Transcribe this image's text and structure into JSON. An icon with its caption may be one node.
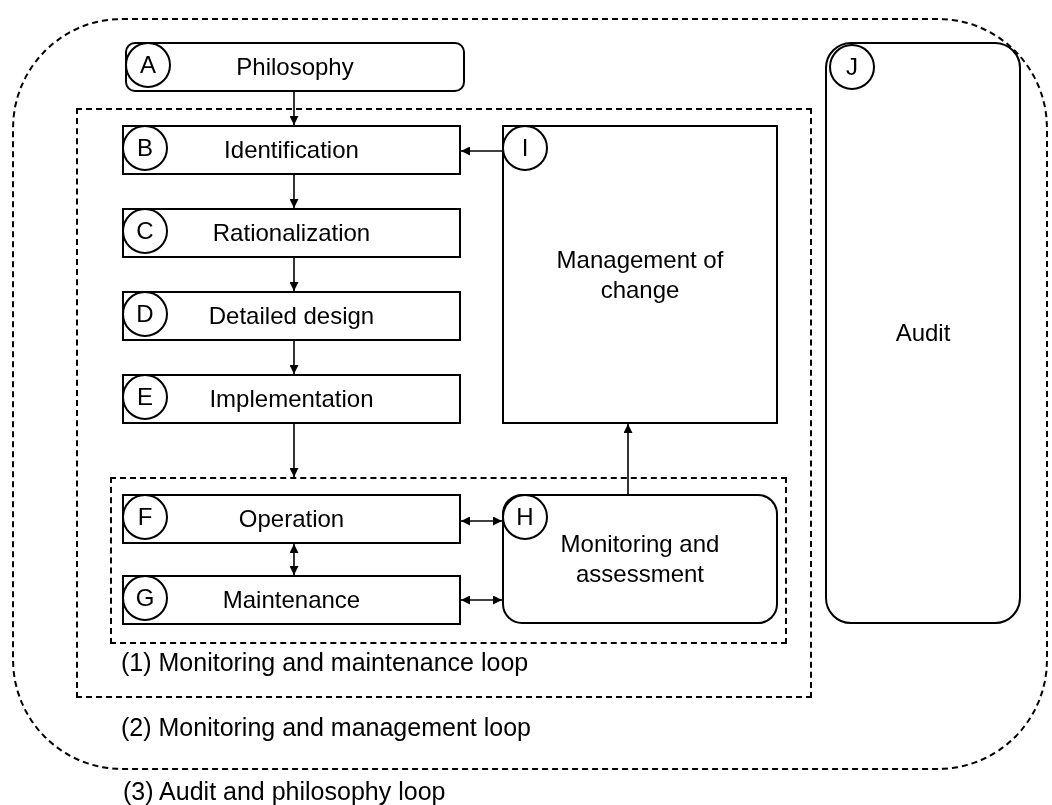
{
  "diagram": {
    "nodes": [
      {
        "text": [
          "(3) Audit and philosophy loop"
        ]
      },
      {
        "text": [
          "A",
          "Philosophy"
        ],
        "in": 0
      },
      {
        "text": [
          "(2) Monitoring and management loop"
        ],
        "in": 0
      },
      {
        "text": [
          "B",
          "Identification"
        ],
        "in": 2
      },
      {
        "text": [
          "C",
          "Rationalization"
        ],
        "in": 2
      },
      {
        "text": [
          "D",
          "Detailed design"
        ],
        "in": 2
      },
      {
        "text": [
          "E",
          "Implementation"
        ],
        "in": 2
      },
      {
        "text": [
          "(1) Monitoring and maintenance loop"
        ],
        "in": 2
      },
      {
        "text": [
          "F",
          "Operation"
        ],
        "in": 7
      },
      {
        "text": [
          "G",
          "Maintenance"
        ],
        "in": 7
      },
      {
        "text": [
          "H",
          "Monitoring and assessment"
        ],
        "in": 7
      },
      {
        "text": [
          "I",
          "Management of change"
        ],
        "in": 2
      },
      {
        "text": [
          "J",
          "Audit"
        ],
        "in": 0
      }
    ],
    "edges": [
      {
        "from": 1,
        "to": 3,
        "arrow": "to"
      },
      {
        "from": 3,
        "to": 4,
        "arrow": "to"
      },
      {
        "from": 4,
        "to": 5,
        "arrow": "to"
      },
      {
        "from": 5,
        "to": 6,
        "arrow": "to"
      },
      {
        "from": 6,
        "to": 7,
        "arrow": "to"
      },
      {
        "from": 11,
        "to": 3,
        "arrow": "to"
      },
      {
        "from": 8,
        "to": 9,
        "arrow": "both"
      },
      {
        "from": 8,
        "to": 10,
        "arrow": "both"
      },
      {
        "from": 9,
        "to": 10,
        "arrow": "both"
      },
      {
        "from": 10,
        "to": 11,
        "arrow": "to"
      }
    ]
  }
}
